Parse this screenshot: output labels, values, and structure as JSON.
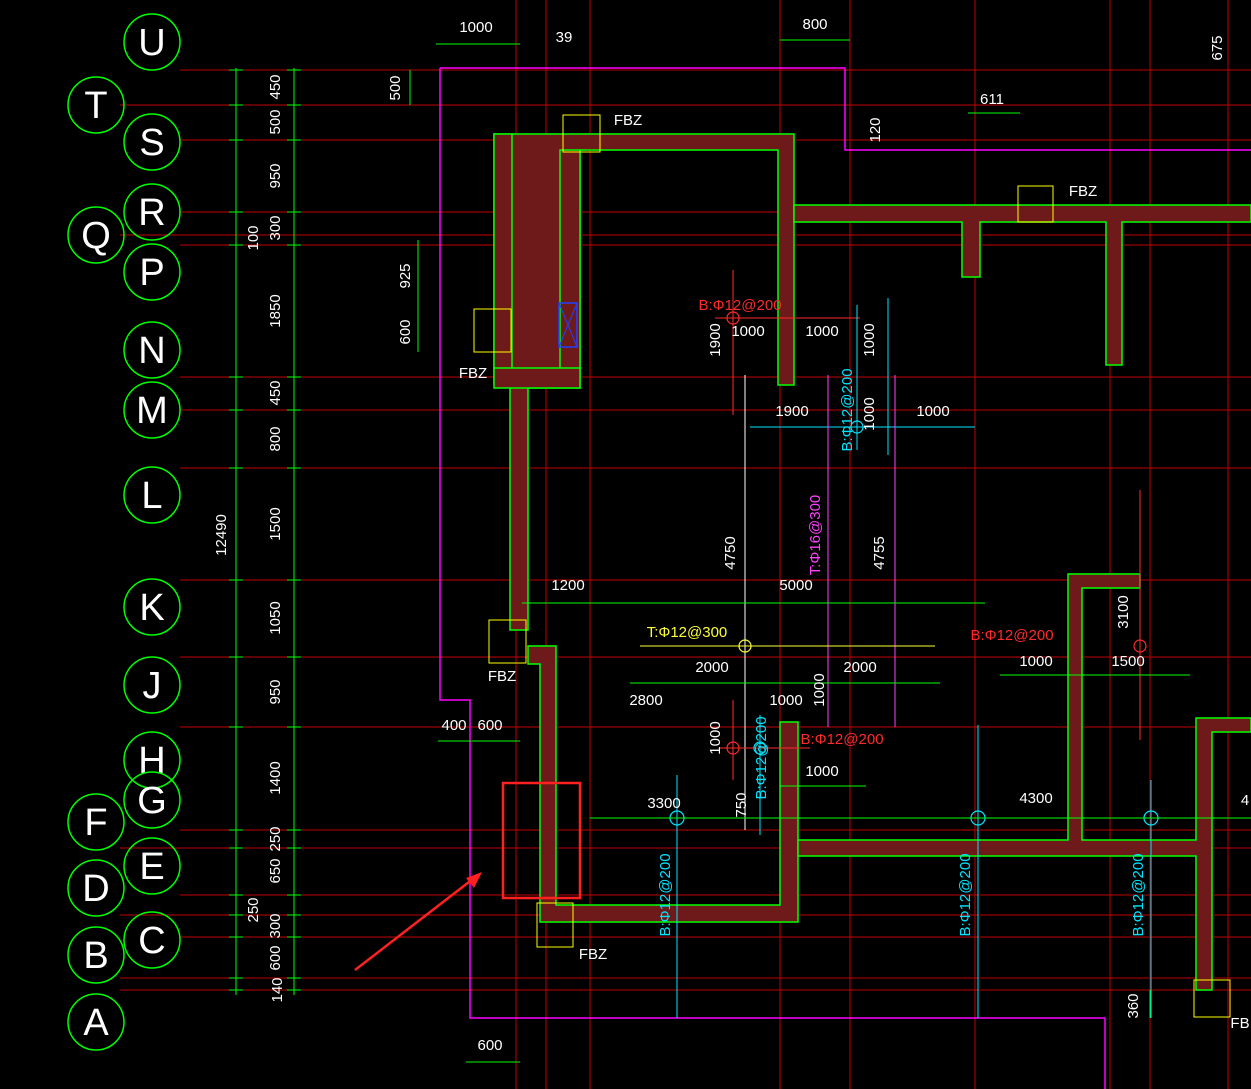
{
  "colors": {
    "background": "#000000",
    "axis_line": "#c00000",
    "dim_line": "#00ff00",
    "wall": "#00ff00",
    "wall_fill": "#6e1a1a",
    "slab_boundary": "#ff00ff",
    "rebar_red": "#ff2a2a",
    "rebar_cyan": "#00e5ff",
    "rebar_magenta": "#ff40ff",
    "rebar_yellow": "#ffff33",
    "column_box": "#ffff00",
    "highlight": "#ff2020",
    "blue_mark": "#2040ff"
  },
  "axis_bubbles": [
    {
      "label": "U"
    },
    {
      "label": "T"
    },
    {
      "label": "S"
    },
    {
      "label": "R"
    },
    {
      "label": "Q"
    },
    {
      "label": "P"
    },
    {
      "label": "N"
    },
    {
      "label": "M"
    },
    {
      "label": "L"
    },
    {
      "label": "K"
    },
    {
      "label": "J"
    },
    {
      "label": "H"
    },
    {
      "label": "G"
    },
    {
      "label": "F"
    },
    {
      "label": "E"
    },
    {
      "label": "D"
    },
    {
      "label": "C"
    },
    {
      "label": "B"
    },
    {
      "label": "A"
    }
  ],
  "grid_dims": {
    "total": "12490",
    "sub_total": "100",
    "sub_total_bottom": "250",
    "bottom_marker": "140",
    "segments": [
      "450",
      "500",
      "950",
      "300",
      "1850",
      "450",
      "800",
      "1500",
      "1050",
      "950",
      "1400",
      "250",
      "650",
      "300",
      "600"
    ]
  },
  "top_dims": [
    "1000",
    "39",
    "800",
    "675",
    "611",
    "120",
    "500"
  ],
  "dims": [
    "925",
    "600",
    "1900",
    "1000",
    "1000",
    "1000",
    "1900",
    "1000",
    "1000",
    "4750",
    "4755",
    "1200",
    "5000",
    "3100",
    "1000",
    "1500",
    "2000",
    "2000",
    "2800",
    "1000",
    "1000",
    "400",
    "600",
    "1000",
    "1000",
    "750",
    "3300",
    "4300",
    "4",
    "360",
    "600"
  ],
  "rebar_labels": [
    {
      "text": "B:Φ12@200",
      "color": "red"
    },
    {
      "text": "B:Φ12@200",
      "color": "cyan"
    },
    {
      "text": "T:Φ16@300",
      "color": "magenta"
    },
    {
      "text": "B:Φ12@200",
      "color": "red"
    },
    {
      "text": "T:Φ12@300",
      "color": "yellow"
    },
    {
      "text": "B:Φ12@200",
      "color": "cyan"
    },
    {
      "text": "B:Φ12@200",
      "color": "red"
    },
    {
      "text": "B:Φ12@200",
      "color": "cyan"
    },
    {
      "text": "B:Φ12@200",
      "color": "cyan"
    },
    {
      "text": "B:Φ12@200",
      "color": "cyan"
    }
  ],
  "fbz_labels": [
    "FBZ",
    "FBZ",
    "FBZ",
    "FBZ",
    "FBZ",
    "FB"
  ]
}
